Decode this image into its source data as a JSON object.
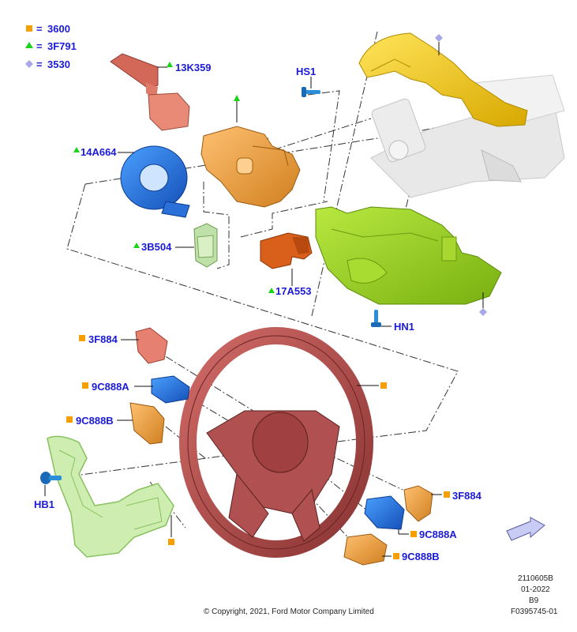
{
  "legend": [
    {
      "marker": "square",
      "color": "#f5a000",
      "code": "3600"
    },
    {
      "marker": "triangle",
      "color": "#1ad41a",
      "code": "3F791"
    },
    {
      "marker": "diamond",
      "color": "#a8a8e8",
      "code": "3530"
    }
  ],
  "legend_eq": "=",
  "labels": {
    "p13K359": "13K359",
    "pHS1": "HS1",
    "p14A664": "14A664",
    "p3B504": "3B504",
    "p17A553": "17A553",
    "pHN1": "HN1",
    "p3F884_left": "3F884",
    "p9C888A_left": "9C888A",
    "p9C888B_left": "9C888B",
    "pHB1": "HB1",
    "p3F884_right": "3F884",
    "p9C888A_right": "9C888A",
    "p9C888B_right": "9C888B"
  },
  "colors": {
    "stalk_red": "#d86a5c",
    "orange_housing": "#f0a040",
    "clockspring_blue": "#2f7fe0",
    "small_green": "#b4dca0",
    "dark_orange": "#d85a10",
    "upper_shroud_yellow": "#f2d02a",
    "lower_shroud_green": "#9ad22a",
    "column_grey": "#e4e4e4",
    "wheel": "#b84a48",
    "bezel_lightgreen": "#c8eca0",
    "switch_blue": "#2c6ee0",
    "switch_orange": "#e09040",
    "square_marker": "#f5a000",
    "triangle_marker": "#1ad41a",
    "diamond_marker": "#a8a8e8",
    "label_blue": "#1a1ad8"
  },
  "footer": {
    "ref_number": "2110605B",
    "date": "01-2022",
    "code": "B9",
    "figure_id": "F0395745-01",
    "copyright": "© Copyright, 2021, Ford Motor Company Limited"
  }
}
